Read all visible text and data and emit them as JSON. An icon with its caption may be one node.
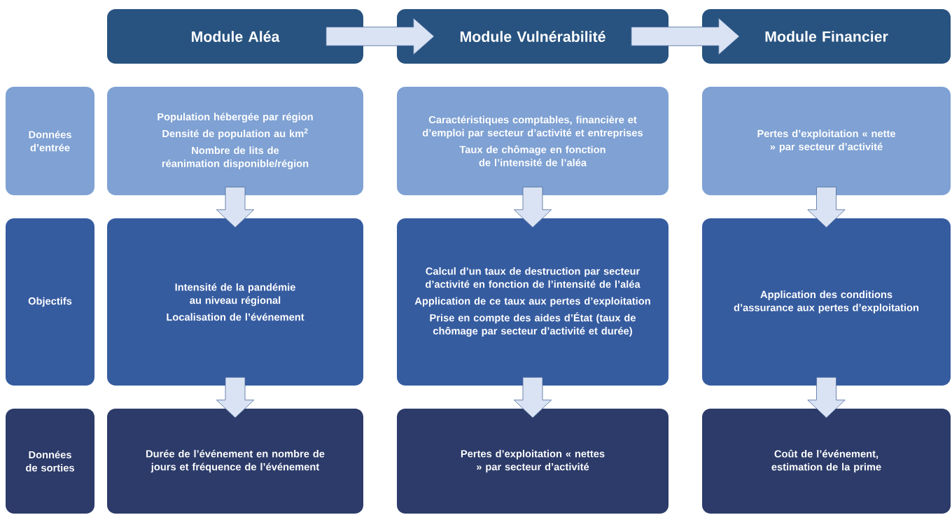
{
  "diagram": {
    "nodes": [
      {
        "text": [
          "Module Aléa"
        ]
      },
      {
        "text": [
          "Module Vulnérabilité"
        ]
      },
      {
        "text": [
          "Module Financier"
        ]
      },
      {
        "text": [
          "Données d’entrée"
        ]
      },
      {
        "text": [
          "Population hébergée par région",
          "Densité de population au km$^{2}$",
          "Nombre de lits de réanimation disponible/région"
        ]
      },
      {
        "text": [
          "Caractéristiques comptables, financière et d’emploi par secteur d’activité et entreprises",
          "Taux de chômage en fonction de l’intensité de l’aléa"
        ]
      },
      {
        "text": [
          "Pertes d’exploitation « nette » par secteur d’activité"
        ]
      },
      {
        "text": [
          "Objectifs"
        ]
      },
      {
        "text": [
          "Intensité de la pandémie au niveau régional",
          "Localisation de l’événement"
        ]
      },
      {
        "text": [
          "Calcul d’un taux de destruction par secteur d’activité en fonction de l’intensité de l’aléa",
          "Application de ce taux aux pertes d’exploitation",
          "Prise en compte des aides d’État (taux de chômage par secteur d’activité et durée)"
        ]
      },
      {
        "text": [
          "Application des conditions d’assurance aux pertes d’exploitation"
        ]
      },
      {
        "text": [
          "Données de sorties"
        ]
      },
      {
        "text": [
          "Durée de l’événement en nombre de jours et fréquence de l’événement"
        ]
      },
      {
        "text": [
          "Pertes d’exploitation « nettes » par secteur d’activité"
        ]
      },
      {
        "text": [
          "Coût de l’événement, estimation de la prime"
        ]
      }
    ],
    "edges": [
      {
        "from": 0,
        "to": 1,
        "arrow": "to"
      },
      {
        "from": 1,
        "to": 2,
        "arrow": "to"
      },
      {
        "from": 4,
        "to": 8,
        "arrow": "to"
      },
      {
        "from": 8,
        "to": 12,
        "arrow": "to"
      },
      {
        "from": 5,
        "to": 9,
        "arrow": "to"
      },
      {
        "from": 9,
        "to": 13,
        "arrow": "to"
      },
      {
        "from": 6,
        "to": 10,
        "arrow": "to"
      },
      {
        "from": 10,
        "to": 14,
        "arrow": "to"
      }
    ]
  }
}
